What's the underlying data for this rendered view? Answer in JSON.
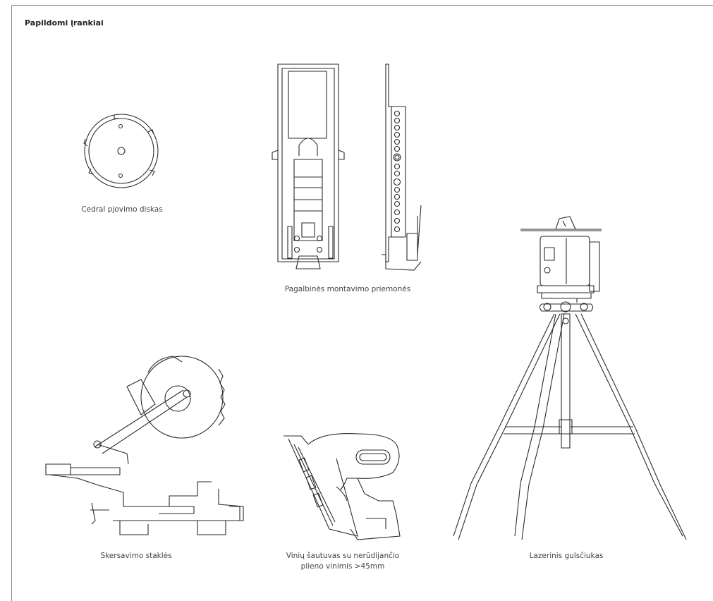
{
  "page": {
    "title": "Papildomi įrankiai"
  },
  "items": [
    {
      "id": "disc",
      "icon": "cutting-disc-icon",
      "caption_lines": [
        "Cedral pjovimo diskas"
      ]
    },
    {
      "id": "mounting-aids",
      "icon": "mounting-aid-icon",
      "caption_lines": [
        "Pagalbinės montavimo priemonės"
      ]
    },
    {
      "id": "miter-saw",
      "icon": "miter-saw-icon",
      "caption_lines": [
        "Skersavimo staklės"
      ]
    },
    {
      "id": "nailer",
      "icon": "nail-gun-icon",
      "caption_lines": [
        "Vinių šautuvas su nerūdijančio",
        "plieno vinimis >45mm"
      ]
    },
    {
      "id": "laser-level",
      "icon": "laser-level-icon",
      "caption_lines": [
        "Lazerinis gulsčiukas"
      ]
    }
  ],
  "style": {
    "line_color": "#2b2b2b",
    "frame_color": "#8c8c8c"
  }
}
